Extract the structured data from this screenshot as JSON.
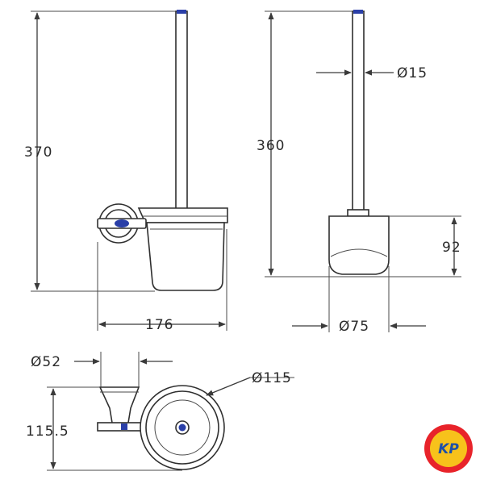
{
  "dimensions": {
    "total_height_front": "370",
    "brush_height_side": "360",
    "handle_diameter": "Ø15",
    "cup_height": "92",
    "cup_diameter": "Ø75",
    "overall_width": "176",
    "wall_plate_diameter": "Ø52",
    "depth": "115.5",
    "holder_ring_diameter": "Ø115"
  },
  "logo": {
    "text": "KP",
    "colors": {
      "outer": "#e8232a",
      "inner": "#f7c21b",
      "text": "#1d4fa8"
    }
  },
  "colors": {
    "line": "#3a3a3a",
    "accent_blue": "#2a3fa8"
  }
}
